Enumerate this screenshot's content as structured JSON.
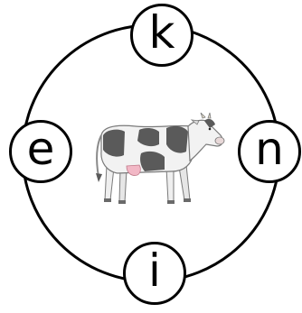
{
  "puzzle": {
    "letters": {
      "top": "k",
      "left": "e",
      "right": "n",
      "bottom": "i"
    },
    "center_image": "cow-illustration",
    "colors": {
      "outline": "#000000",
      "background": "#ffffff",
      "cow_patch": "#5a5a5a",
      "cow_body": "#f2f2f2",
      "udder": "#f2b8c6"
    }
  }
}
